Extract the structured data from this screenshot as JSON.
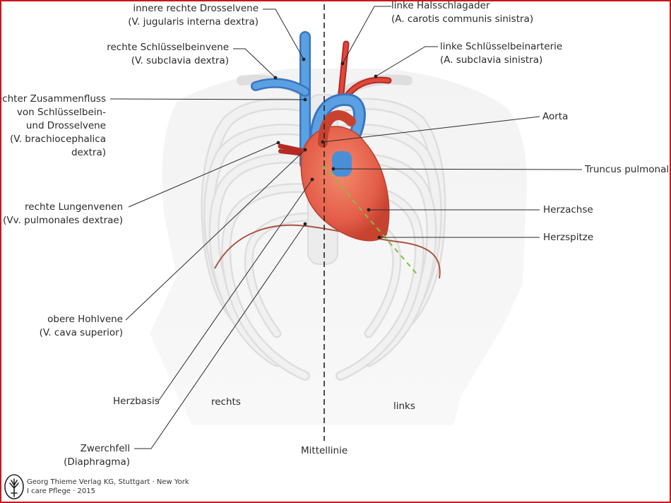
{
  "labels": {
    "jugular_de": "innere rechte Drosselvene",
    "jugular_lat": "(V. jugularis interna dextra)",
    "carotid_de": "linke Halsschlagader",
    "carotid_lat": "(A. carotis communis sinistra)",
    "subclavia_v_de": "rechte Schlüsselbeinvene",
    "subclavia_v_lat": "(V. subclavia dextra)",
    "subclavia_a_de": "linke Schlüsselbeinarterie",
    "subclavia_a_lat": "(A. subclavia sinistra)",
    "brachio_1": "rechter Zusammenfluss",
    "brachio_2": "von Schlüsselbein-",
    "brachio_3": "und Drosselvene",
    "brachio_4": "(V. brachiocephalica",
    "brachio_5": "dextra)",
    "aorta": "Aorta",
    "truncus": "Truncus pulmonalis",
    "lungvein_de": "rechte Lungenvenen",
    "lungvein_lat": "(Vv. pulmonales dextrae)",
    "herzachse": "Herzachse",
    "herzspitze": "Herzspitze",
    "hohlvene_de": "obere Hohlvene",
    "hohlvene_lat": "(V. cava superior)",
    "herzbasis": "Herzbasis",
    "rechts": "rechts",
    "links": "links",
    "zwerchfell_de": "Zwerchfell",
    "zwerchfell_lat": "(Diaphragma)",
    "mittellinie": "Mittellinie"
  },
  "publisher": {
    "line1": "Georg Thieme Verlag KG, Stuttgart · New York",
    "line2": "I care Pflege · 2015"
  },
  "colors": {
    "frame": "#c8161d",
    "vein": "#4a8fd6",
    "artery": "#d9362c",
    "heart": "#e8685a",
    "rib": "#e4e4e4",
    "axis": "#7cc242"
  },
  "icons": [
    "tree-logo-icon"
  ]
}
